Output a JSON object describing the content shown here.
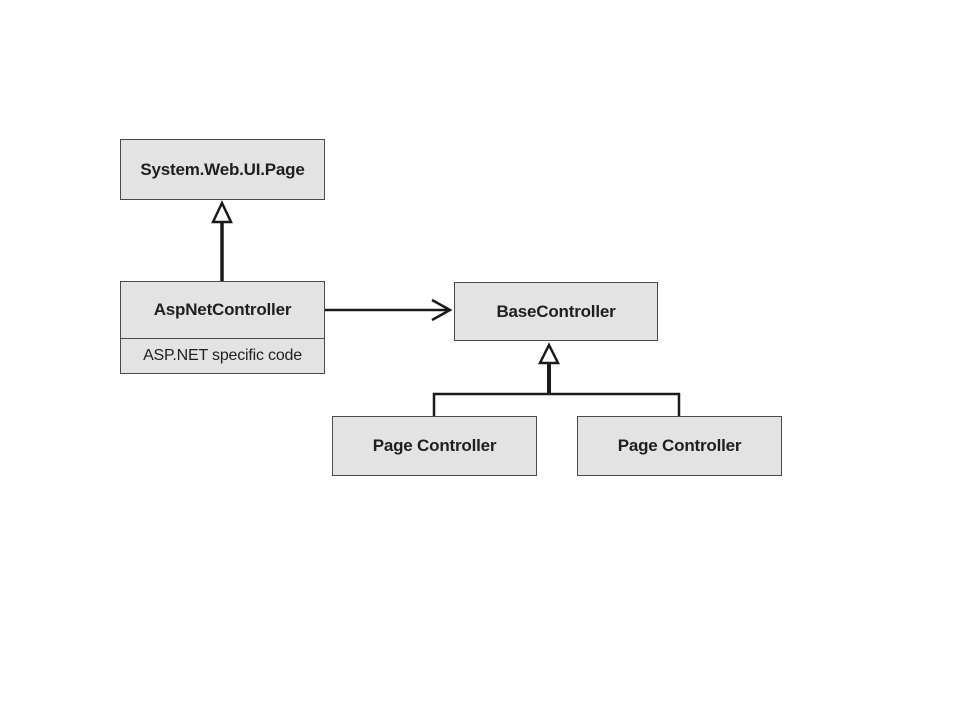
{
  "diagram": {
    "nodes": {
      "system_web_ui_page": "System.Web.UI.Page",
      "aspnet_controller": "AspNetController",
      "aspnet_controller_note": "ASP.NET specific code",
      "base_controller": "BaseController",
      "page_controller_1": "Page Controller",
      "page_controller_2": "Page Controller"
    },
    "edges": [
      {
        "from": "AspNetController",
        "to": "System.Web.UI.Page",
        "kind": "inheritance"
      },
      {
        "from": "AspNetController",
        "to": "BaseController",
        "kind": "association"
      },
      {
        "from": "Page Controller",
        "to": "BaseController",
        "kind": "inheritance"
      },
      {
        "from": "Page Controller",
        "to": "BaseController",
        "kind": "inheritance"
      }
    ],
    "colors": {
      "box_fill": "#e3e3e3",
      "box_border": "#4a4a4a",
      "line": "#1a1a1a",
      "background": "#ffffff"
    }
  }
}
